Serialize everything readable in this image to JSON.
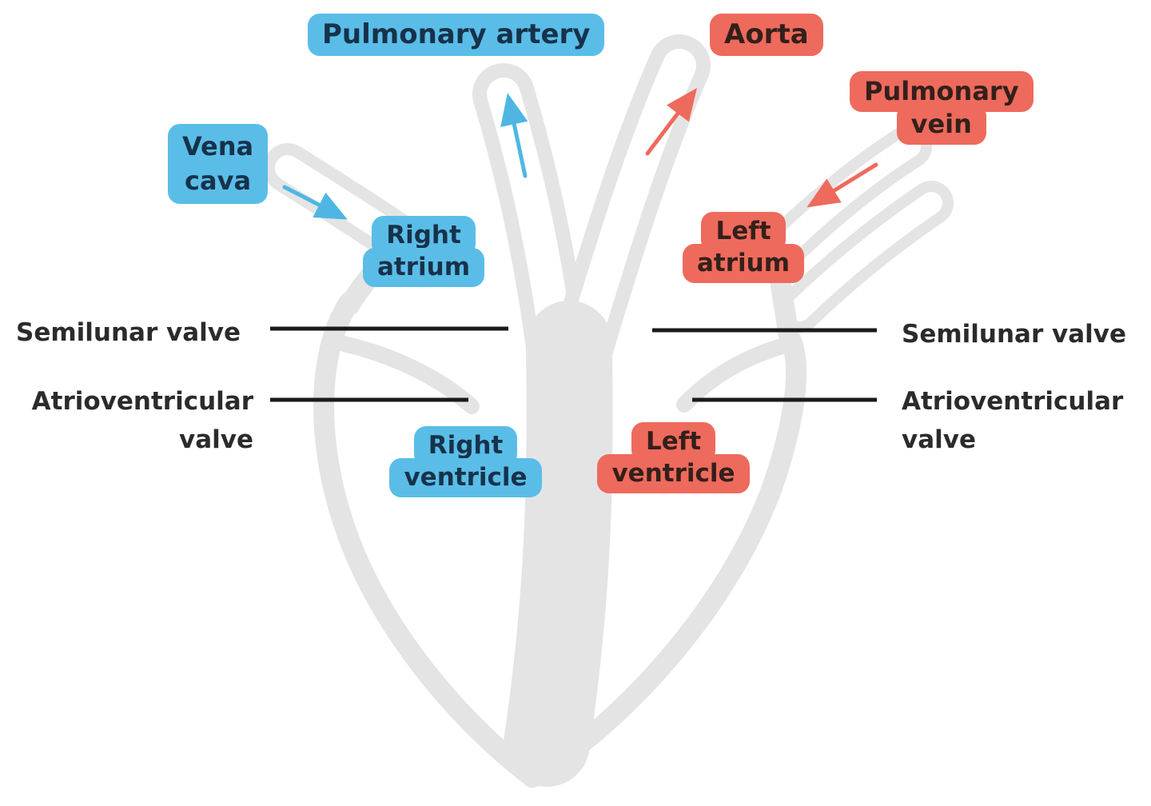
{
  "colors": {
    "label_blue": "#5ABDE8",
    "label_red": "#EE6A5C",
    "heart_outline_gray": "#E4E4E4",
    "valve_line_black": "#1A1A1A",
    "blue_text": "#17324A",
    "red_text": "#33201B",
    "valve_text": "#2B2B2B",
    "arrow_blue": "#4FB6E3",
    "arrow_red": "#EE6A5C"
  },
  "vessels": {
    "pulmonary_artery": "Pulmonary artery",
    "aorta": "Aorta",
    "pulmonary_vein": {
      "line1": "Pulmonary",
      "line2": "vein"
    },
    "vena_cava": {
      "line1": "Vena",
      "line2": "cava"
    }
  },
  "chambers": {
    "right_atrium": {
      "line1": "Right",
      "line2": "atrium"
    },
    "left_atrium": {
      "line1": "Left",
      "line2": "atrium"
    },
    "right_ventricle": {
      "line1": "Right",
      "line2": "ventricle"
    },
    "left_ventricle": {
      "line1": "Left",
      "line2": "ventricle"
    }
  },
  "valves": {
    "semilunar_left": "Semilunar valve",
    "semilunar_right": "Semilunar valve",
    "atrioventricular_left": {
      "line1": "Atrioventricular",
      "line2": "valve"
    },
    "atrioventricular_right": {
      "line1": "Atrioventricular",
      "line2": "valve"
    }
  },
  "icons": {
    "blue_flow_arrows": "blood flow direction (deoxygenated)",
    "red_flow_arrows": "blood flow direction (oxygenated)"
  }
}
